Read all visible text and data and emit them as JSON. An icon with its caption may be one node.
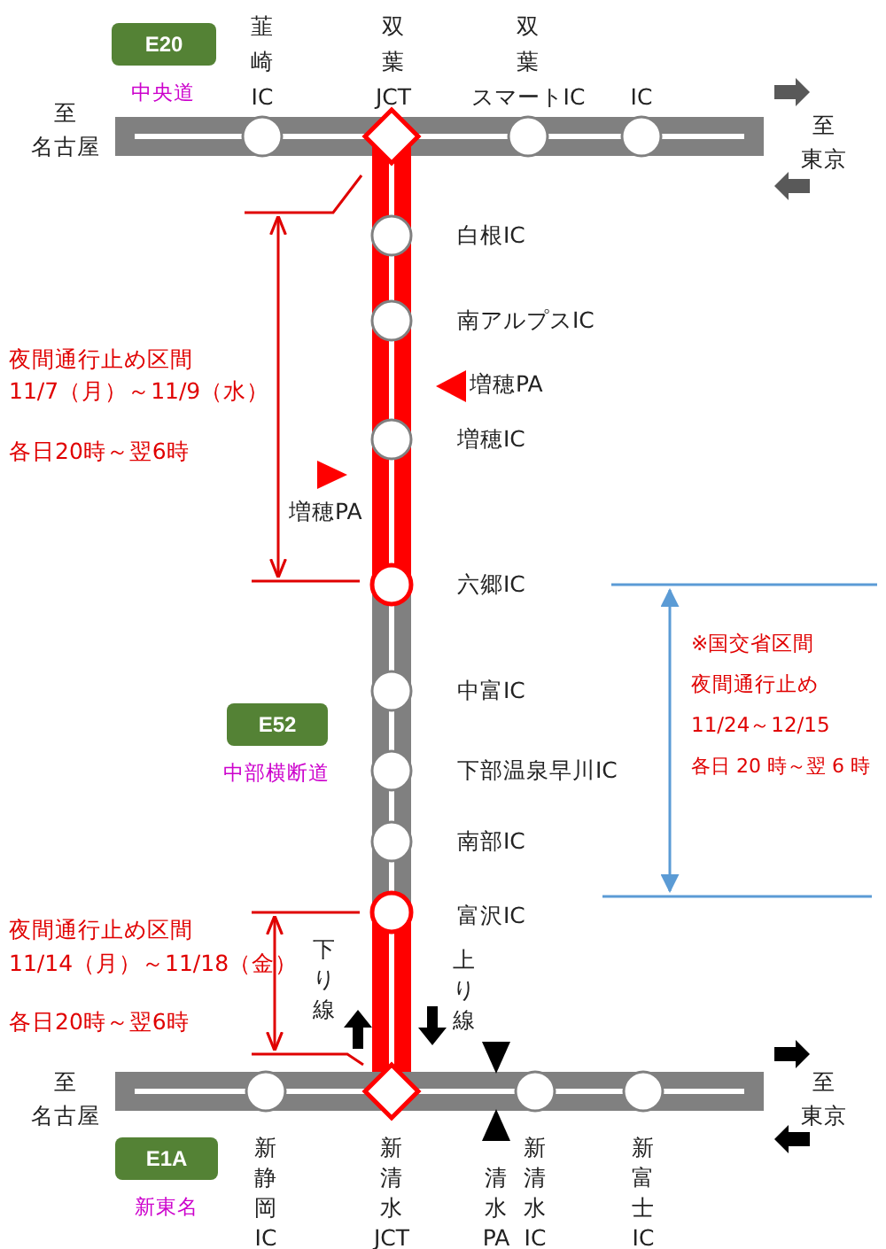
{
  "diagram": {
    "nodes": [
      {
        "text": [
          "E20"
        ],
        "beside": [
          "中央道"
        ]
      },
      {
        "text": [],
        "shape": "circle",
        "beside": [
          "韮崎IC"
        ]
      },
      {
        "text": [],
        "shape": "diamond",
        "beside": [
          "双葉JCT"
        ]
      },
      {
        "text": [],
        "shape": "circle",
        "beside": [
          "双葉スマートIC"
        ]
      },
      {
        "text": [],
        "shape": "circle",
        "beside": [
          "IC"
        ]
      },
      {
        "text": [],
        "shape": "circle",
        "beside": [
          "白根IC"
        ]
      },
      {
        "text": [],
        "shape": "circle",
        "beside": [
          "南アルプスIC"
        ]
      },
      {
        "text": [],
        "shape": "circle",
        "beside": [
          "増穂IC"
        ]
      },
      {
        "text": [],
        "shape": "circle",
        "beside": [
          "六郷IC"
        ]
      },
      {
        "text": [],
        "shape": "circle",
        "beside": [
          "中富IC"
        ]
      },
      {
        "text": [
          "E52"
        ],
        "beside": [
          "中部横断道"
        ]
      },
      {
        "text": [],
        "shape": "circle",
        "beside": [
          "下部温泉早川IC"
        ]
      },
      {
        "text": [],
        "shape": "circle",
        "beside": [
          "南部IC"
        ]
      },
      {
        "text": [],
        "shape": "circle",
        "beside": [
          "富沢IC"
        ]
      },
      {
        "text": [
          "E1A"
        ],
        "beside": [
          "新東名"
        ]
      },
      {
        "text": [],
        "shape": "circle",
        "beside": [
          "新静岡IC"
        ]
      },
      {
        "text": [],
        "shape": "diamond",
        "beside": [
          "新清水JCT"
        ]
      },
      {
        "text": [],
        "shape": "circle",
        "beside": [
          "新清水IC"
        ]
      },
      {
        "text": [],
        "shape": "circle",
        "beside": [
          "新富士IC"
        ]
      }
    ],
    "edges": [
      {
        "from": null,
        "to": 1,
        "arrow": "none"
      },
      {
        "from": 1,
        "to": 2,
        "arrow": "none"
      },
      {
        "from": 2,
        "to": 3,
        "arrow": "none"
      },
      {
        "from": 3,
        "to": 4,
        "arrow": "none"
      },
      {
        "from": 4,
        "to": null,
        "arrow": "none"
      },
      {
        "from": 2,
        "to": 5,
        "arrow": "none",
        "color": "#ff0000"
      },
      {
        "from": 5,
        "to": 6,
        "arrow": "none",
        "color": "#ff0000"
      },
      {
        "from": 6,
        "to": 7,
        "arrow": "none",
        "color": "#ff0000"
      },
      {
        "from": 7,
        "to": 8,
        "arrow": "none",
        "color": "#ff0000"
      },
      {
        "from": 8,
        "to": 9,
        "arrow": "none"
      },
      {
        "from": 9,
        "to": 11,
        "arrow": "none"
      },
      {
        "from": 11,
        "to": 12,
        "arrow": "none"
      },
      {
        "from": 12,
        "to": 13,
        "arrow": "none"
      },
      {
        "from": 13,
        "to": 16,
        "arrow": "none",
        "color": "#ff0000"
      },
      {
        "from": null,
        "to": 15,
        "arrow": "none"
      },
      {
        "from": 15,
        "to": 16,
        "arrow": "none"
      },
      {
        "from": 16,
        "to": 17,
        "arrow": "none"
      },
      {
        "from": 17,
        "to": 18,
        "arrow": "none"
      },
      {
        "from": 18,
        "to": null,
        "arrow": "none"
      }
    ],
    "labels": [
      "至名古屋",
      "至東京",
      "増穂PA",
      "夜間通行止め区間",
      "11/7（月）～11/9（水）",
      "各日20時～翌6時",
      "増穂PA",
      "※国交省区間",
      "夜間通行止め",
      "11/24～12/15",
      "各日 20 時～翌 6 時",
      "夜間通行止め区間",
      "11/14（月）～11/18（金）",
      "下り線",
      "上り線",
      "各日20時～翌6時",
      "至名古屋",
      "至東京",
      "清水PA"
    ]
  }
}
